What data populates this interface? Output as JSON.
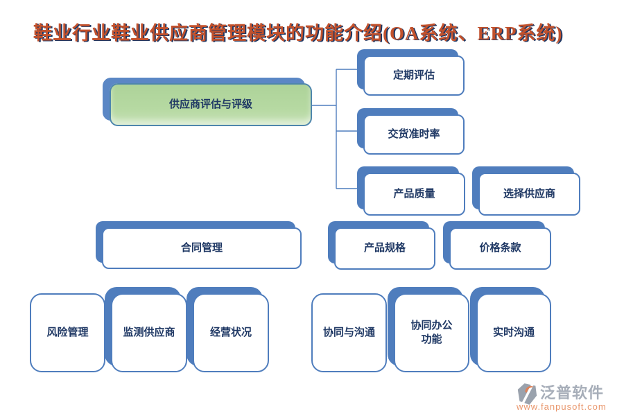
{
  "title": {
    "text": "鞋业行业鞋业供应商管理模块的功能介绍(OA系统、ERP系统)"
  },
  "colors": {
    "accent_blue": "#4f7dbd",
    "text_navy": "#1f3864",
    "root_green_fill": "#b6d9a2",
    "root_green_border": "#4e86ad",
    "title_orange": "#c2512c",
    "title_shadow_navy": "#1f3864",
    "logo_gray": "#a7aeb9",
    "logo_orange": "#e9976d"
  },
  "nodes": {
    "root": "供应商评估与评级",
    "regular_evaluation": "定期评估",
    "ontime_delivery_rate": "交货准时率",
    "product_quality": "产品质量",
    "select_supplier": "选择供应商",
    "contract_management": "合同管理",
    "product_specification": "产品规格",
    "price_terms": "价格条款",
    "risk_management": "风险管理",
    "monitor_supplier": "监测供应商",
    "operating_status": "经营状况",
    "collaboration_communication": "协同与沟通",
    "collaborative_office_function": "协同办公功能",
    "realtime_communication": "实时沟通"
  },
  "watermark": {
    "brand": "泛普软件",
    "url": "www.fanpusoft.com",
    "icon": "fanpu-logo-icon"
  }
}
